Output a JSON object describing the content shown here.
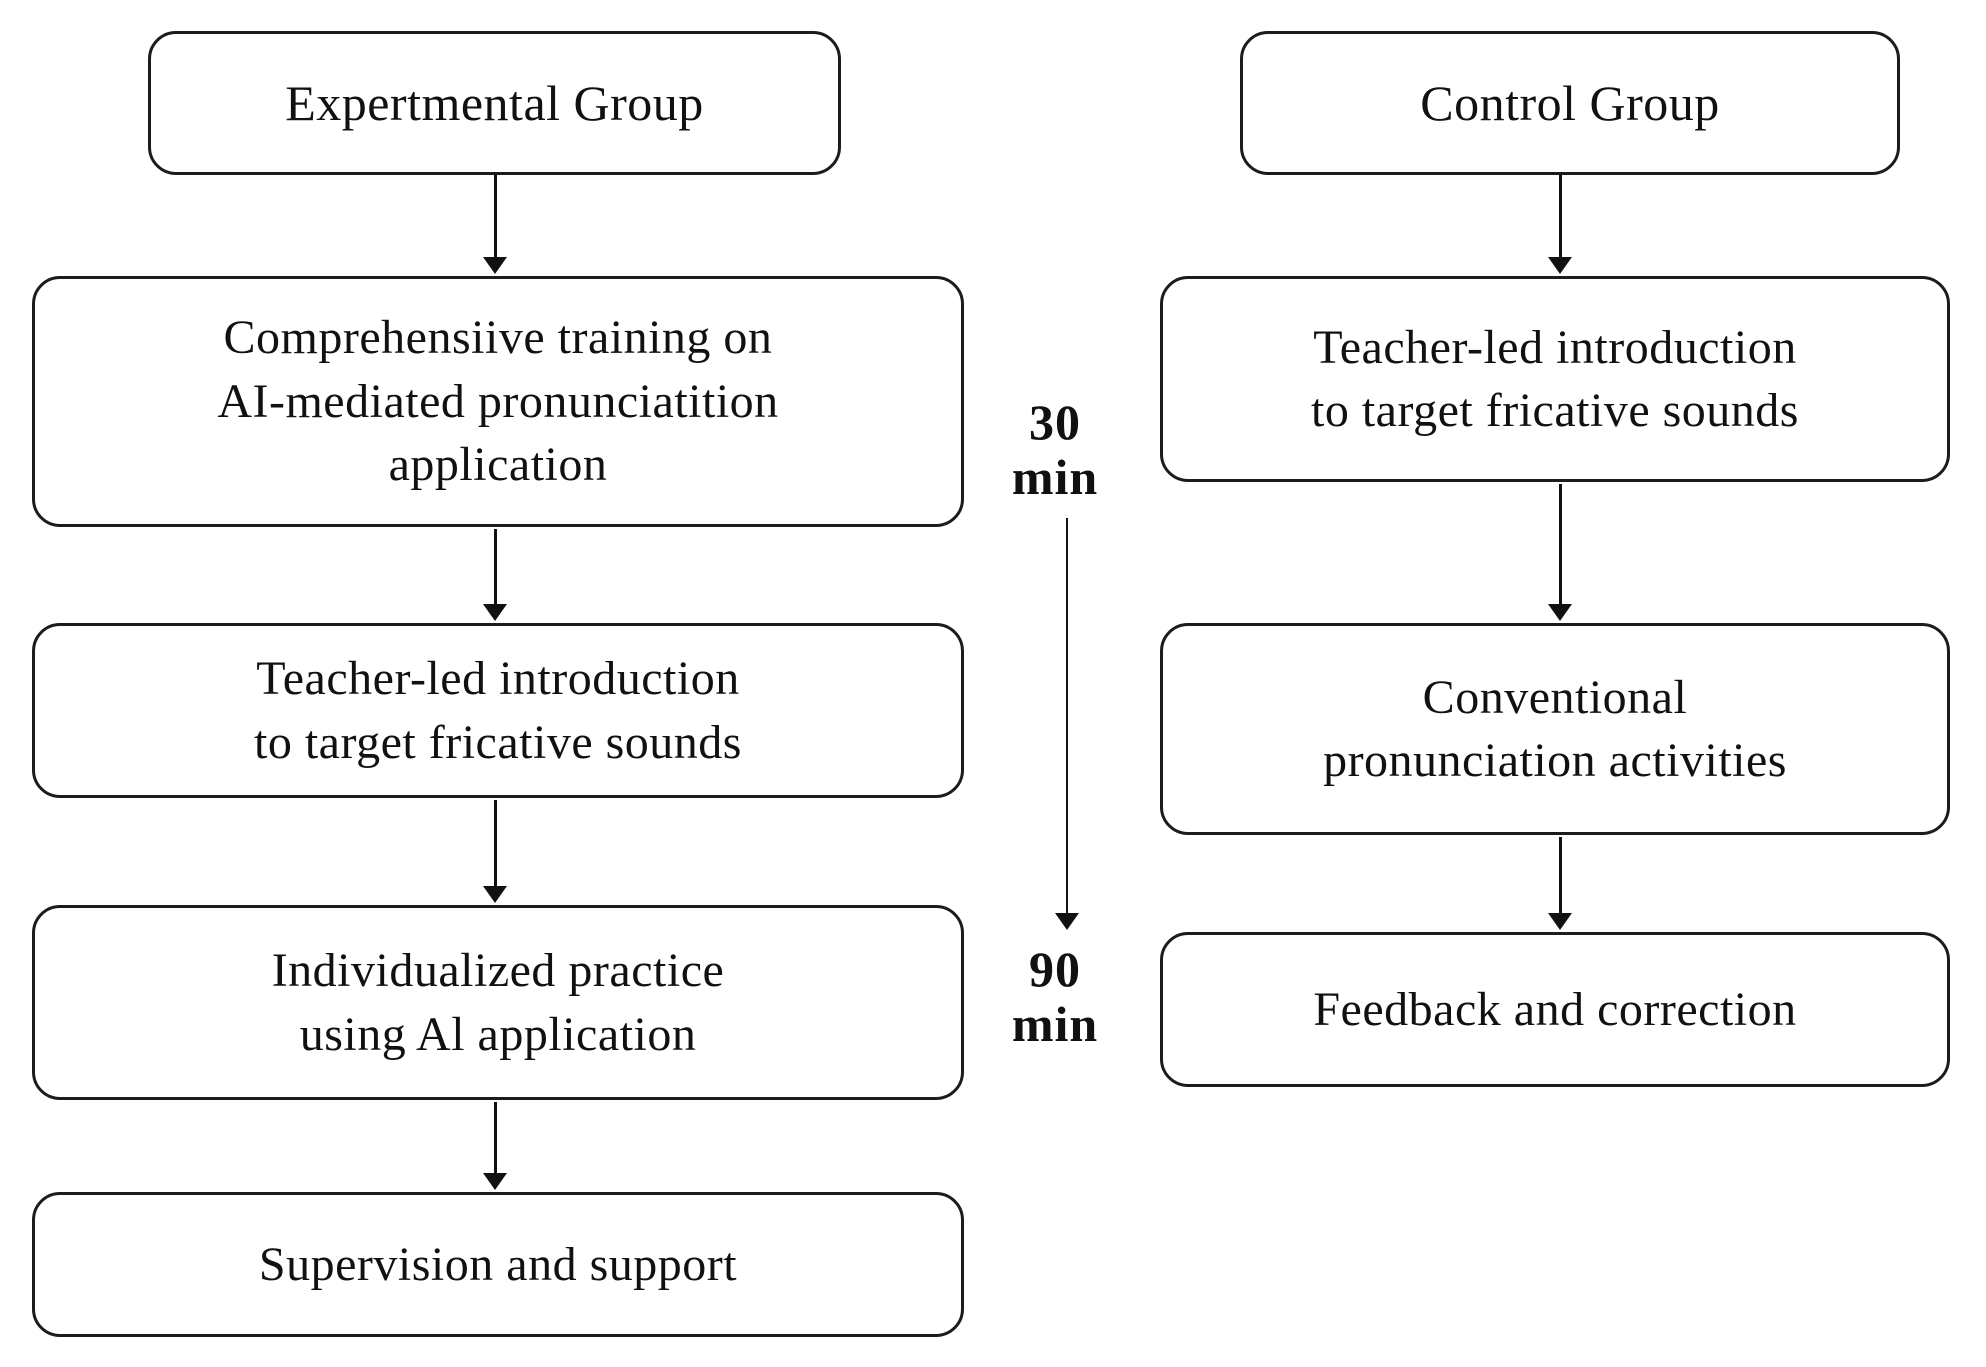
{
  "figure": {
    "background_color": "#ffffff",
    "border_color": "#1c1c1c",
    "text_color": "#111111"
  },
  "experimental": {
    "header": "Expertmental Group",
    "steps": [
      {
        "text": "Comprehensiive training on\nAI-mediated pronunciatition\napplication"
      },
      {
        "text": "Teacher-led introduction\nto target fricative sounds"
      },
      {
        "text": "Individualized practice\nusing Al application"
      },
      {
        "text": "Supervision and support"
      }
    ]
  },
  "control": {
    "header": "Control Group",
    "steps": [
      {
        "text": "Teacher-led introduction\nto target fricative sounds"
      },
      {
        "text": "Conventional\npronunciation activities"
      },
      {
        "text": "Feedback and correction"
      }
    ]
  },
  "timeline": {
    "start_label": "30\nmin",
    "end_label": "90\nmin"
  }
}
